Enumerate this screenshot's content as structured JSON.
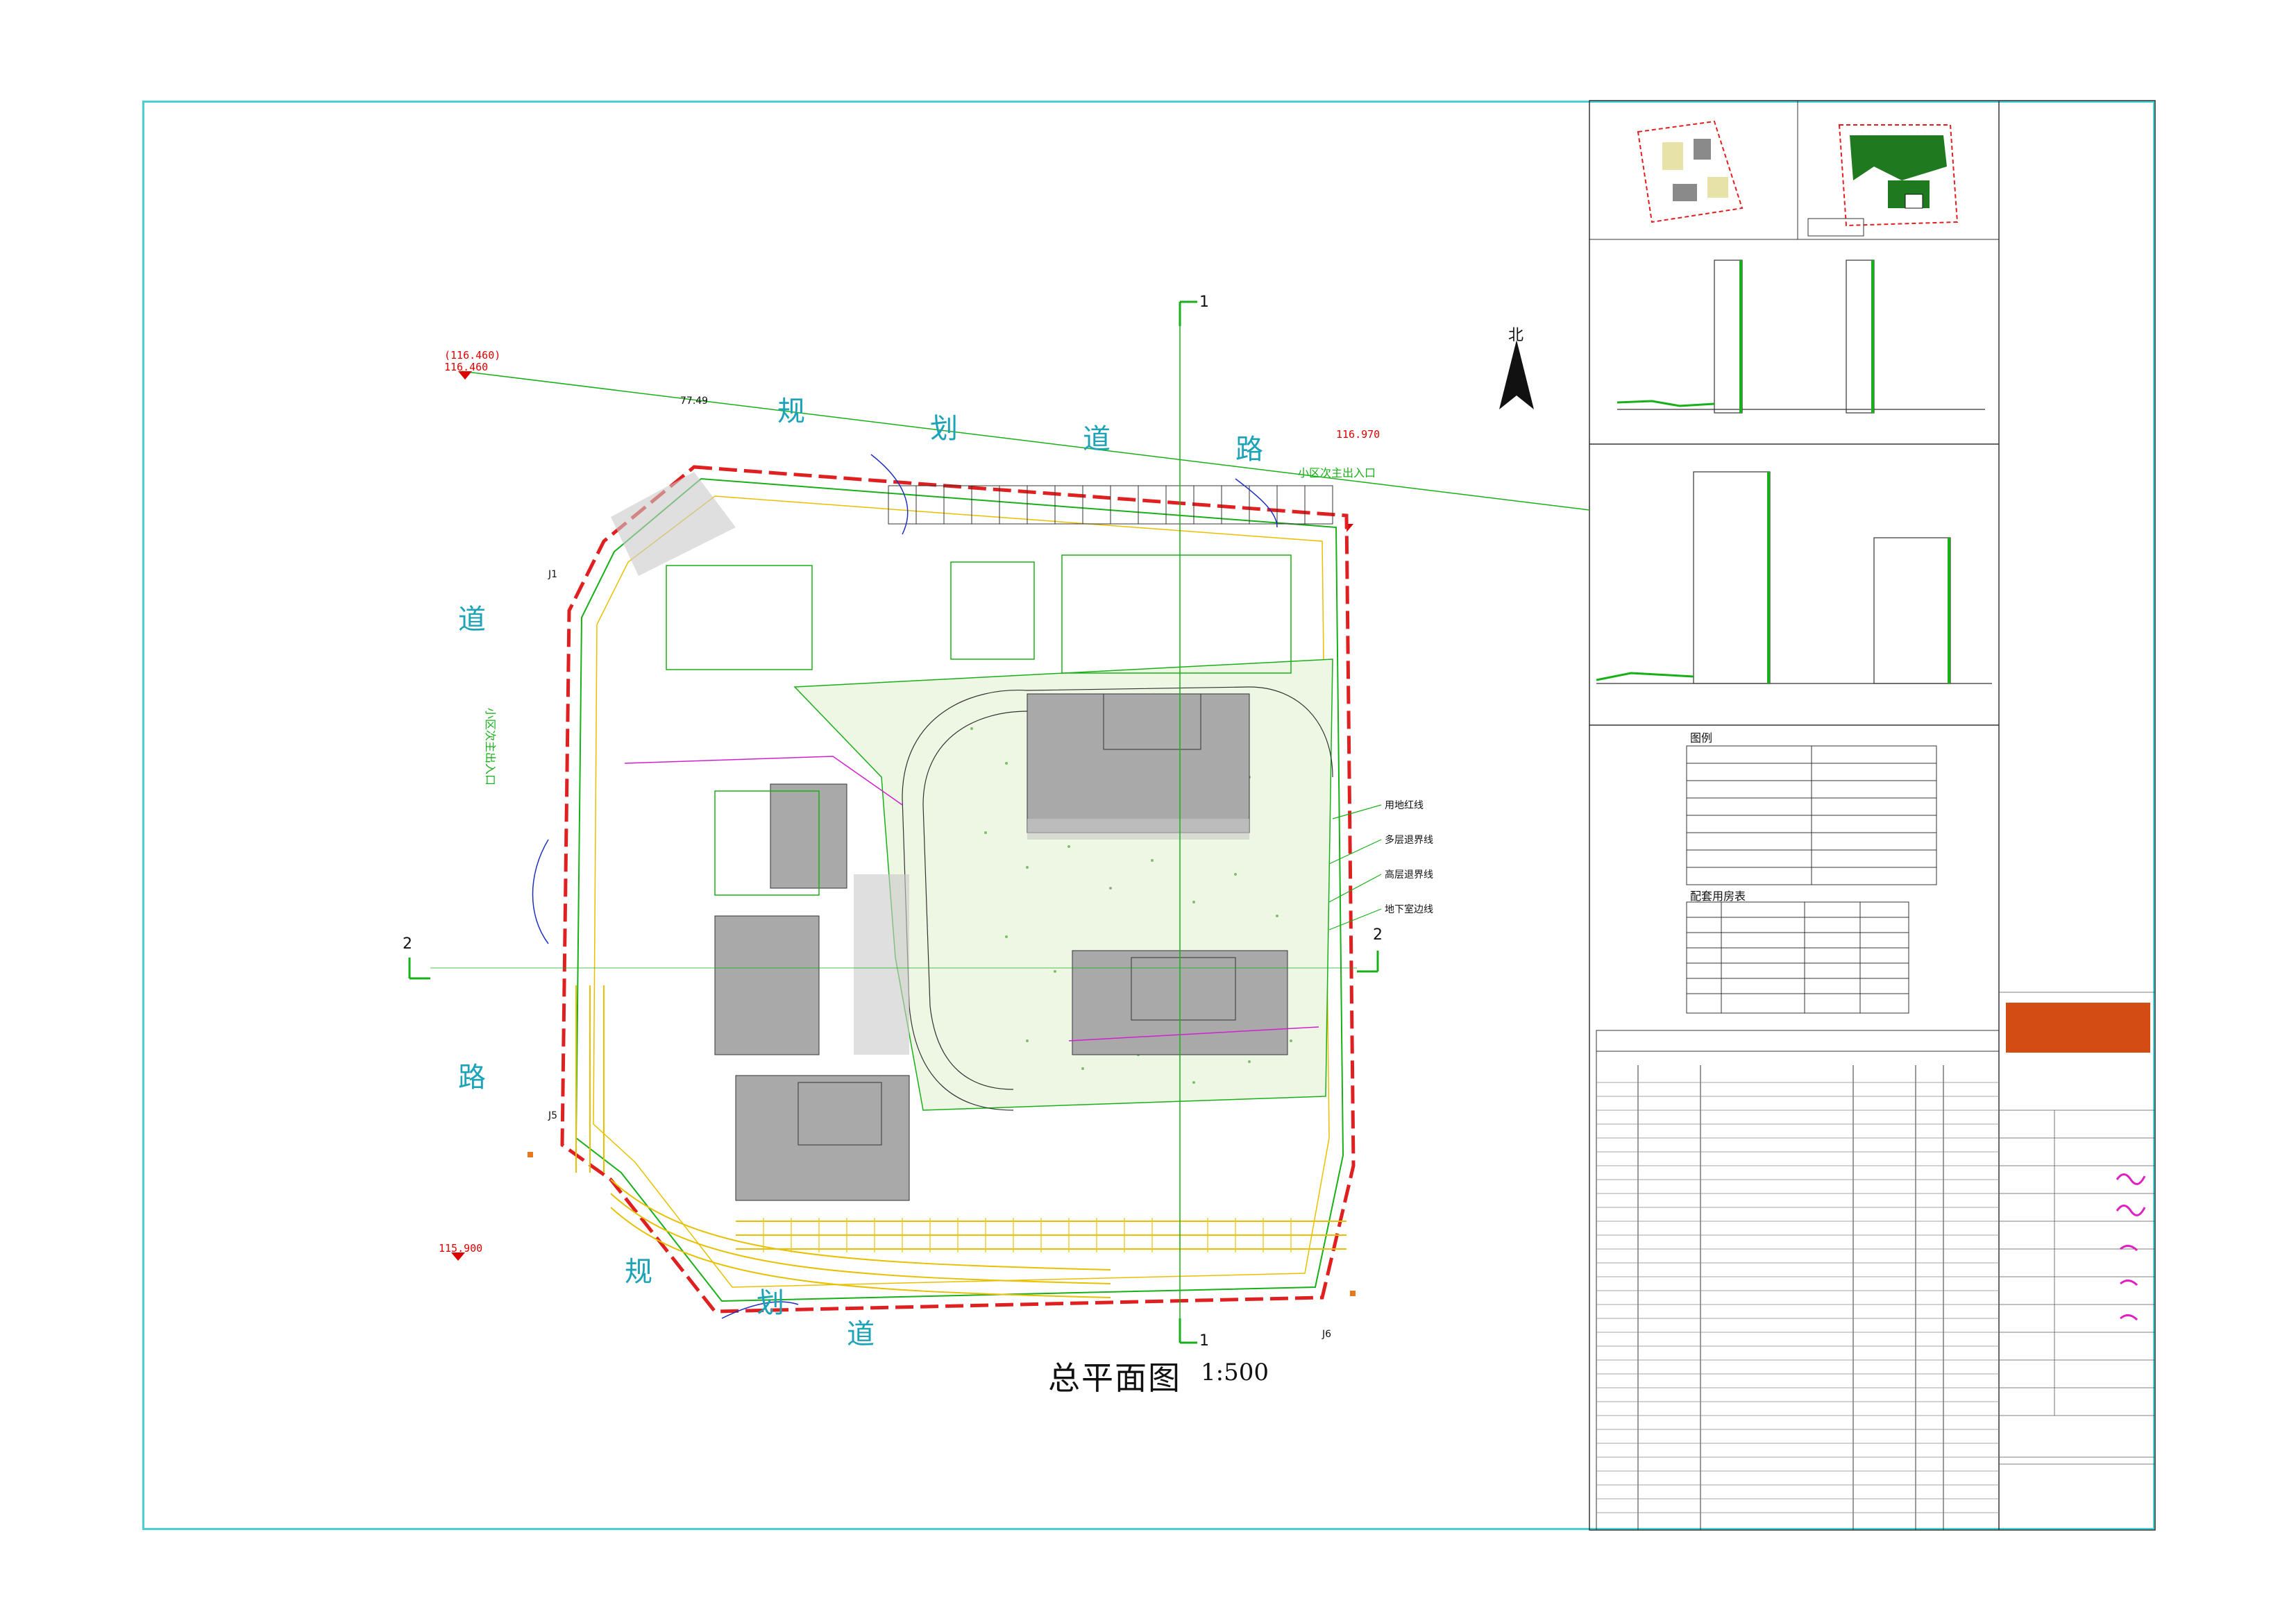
{
  "drawing": {
    "title": "总平面图",
    "scale": "1:500"
  },
  "roads": {
    "top": [
      "规",
      "划",
      "道",
      "路"
    ],
    "left_top": "道",
    "left_bottom": "路",
    "bottom": [
      "规",
      "划",
      "道"
    ]
  },
  "elevations": {
    "e1": "(116.460)",
    "e2": "116.460",
    "e3": "116.970",
    "e4": "115.900"
  },
  "section_marks": {
    "s1_top": "1",
    "s1_bottom": "1",
    "s2_left": "2",
    "s2_right": "2"
  },
  "north": "北",
  "annotations": {
    "entrance_top": "小区次主出入口",
    "entrance_left": "小区次主出入口",
    "line_labels": [
      "用地红线",
      "多层退界线",
      "高层退界线",
      "地下室边线"
    ],
    "j_markers": [
      "J1",
      "J5",
      "J6"
    ],
    "distance": "77.49"
  },
  "legend": {
    "title": "图例",
    "table_title": "配套用房表"
  },
  "colors": {
    "frame": "#49d1d1",
    "redline": "#e02020",
    "green": "#18b018",
    "magenta": "#d020d0",
    "yellow": "#e8c000",
    "logo": "#d34c13"
  }
}
